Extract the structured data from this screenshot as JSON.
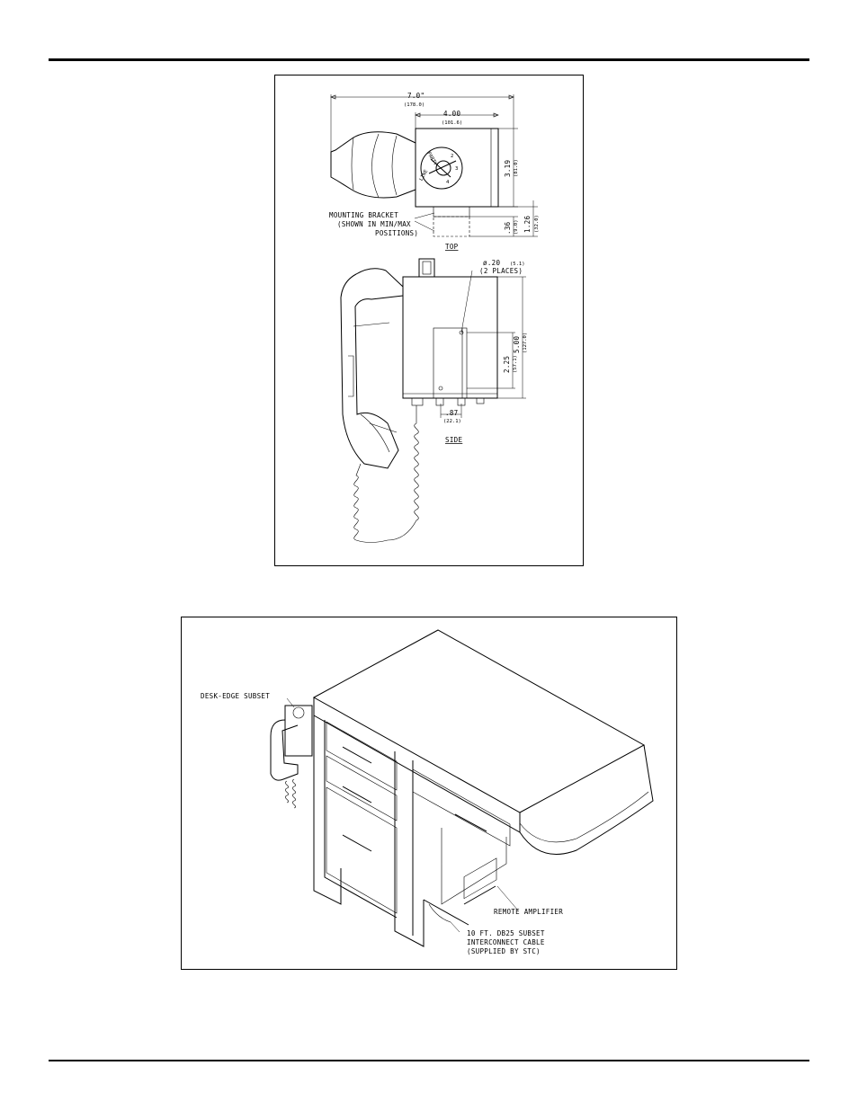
{
  "top_view": {
    "overall": "7.0\"",
    "overall_mm": "(178.0)",
    "width": "4.00",
    "width_mm": "(101.6)",
    "height": "3.19",
    "height_mm": "(81.0)",
    "bracket_depth": "1.26",
    "bracket_depth_mm": "(32.0)",
    "bracket_small": ".36",
    "bracket_small_mm": "(9.0)",
    "bracket_note_1": "MOUNTING BRACKET",
    "bracket_note_2": "(SHOWN IN MIN/MAX",
    "bracket_note_3": "POSITIONS)",
    "dial_1": "PARTY",
    "dial_2": "LINE",
    "dial_3": "2",
    "dial_4": "3",
    "dial_5": "4",
    "caption": "TOP"
  },
  "side_view": {
    "hole": "ø.20",
    "hole_mm": "(5.1)",
    "hole_note": "(2 PLACES)",
    "height": "5.00",
    "height_mm": "(127.0)",
    "spacing": "2.25",
    "spacing_mm": "(57.1)",
    "offset": ".87",
    "offset_mm": "(22.1)",
    "caption": "SIDE"
  },
  "install_view": {
    "subset_label": "DESK-EDGE SUBSET",
    "amplifier_label": "REMOTE AMPLIFIER",
    "cable_1": "10 FT. DB25 SUBSET",
    "cable_2": "INTERCONNECT CABLE",
    "cable_3": "(SUPPLIED BY STC)"
  }
}
